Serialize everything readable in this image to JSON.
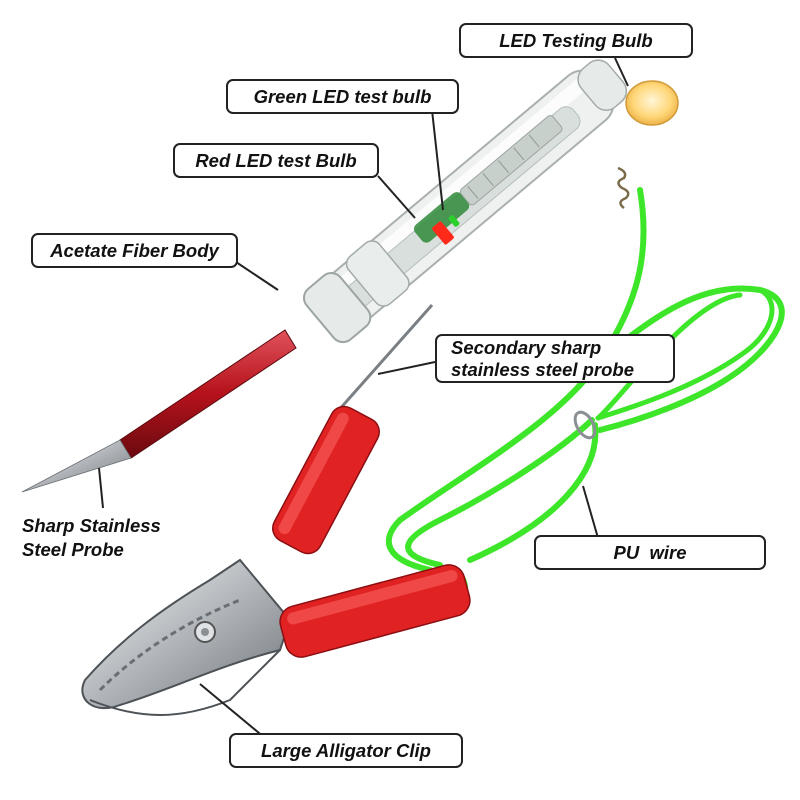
{
  "labels": {
    "led_testing_bulb": "LED Testing Bulb",
    "green_led": "Green LED test bulb",
    "red_led": "Red LED test Bulb",
    "acetate_body": "Acetate Fiber Body",
    "secondary_probe_line1": "Secondary sharp",
    "secondary_probe_line2": "stainless steel probe",
    "sharp_probe_line1": "Sharp Stainless",
    "sharp_probe_line2": "Steel Probe",
    "pu_wire": "PU  wire",
    "alligator_clip": "Large Alligator Clip"
  },
  "colors": {
    "wire_green": "#3ee62a",
    "sleeve_red": "#e02222",
    "probe_red": "#b5121b",
    "led_red": "#ff2a1a",
    "led_green": "#2ad12a",
    "bulb_amber": "#ffd77a",
    "steel": "#b8bcc0",
    "body_clear": "#eef1f0"
  }
}
